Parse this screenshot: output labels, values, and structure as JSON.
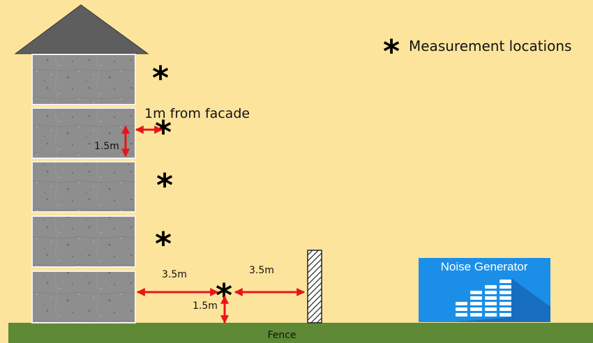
{
  "legend": {
    "symbol": "*",
    "label": "Measurement locations"
  },
  "labels": {
    "facade_distance": "1m from facade",
    "floor_height": "1.5m",
    "distance_building_to_point": "3.5m",
    "distance_point_to_fence": "3.5m",
    "ground_point_height": "1.5m",
    "fence": "Fence"
  },
  "measurement_symbol": "*",
  "noise_generator": {
    "title": "Noise Generator",
    "icon": "equalizer-icon"
  },
  "building": {
    "floors": 5
  },
  "colors": {
    "background": "#FDE49C",
    "ground": "#5F8A35",
    "roof": "#5E5E5E",
    "arrow": "#E8141A",
    "generator": "#1B8FE8",
    "generator_shadow": "#1668B8"
  }
}
